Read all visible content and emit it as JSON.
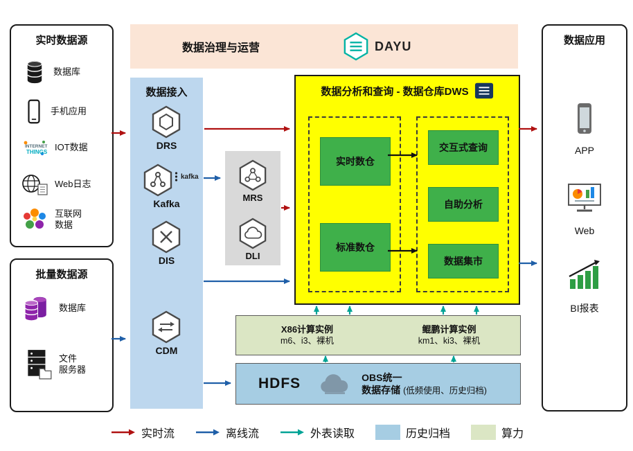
{
  "banner": {
    "title": "数据治理与运营",
    "logo_text": "DAYU"
  },
  "realtime_sources": {
    "title": "实时数据源",
    "items": [
      {
        "label": "数据库",
        "icon": "database-icon"
      },
      {
        "label": "手机应用",
        "icon": "phone-icon"
      },
      {
        "label": "IOT数据",
        "icon": "iot-icon"
      },
      {
        "label": "Web日志",
        "icon": "web-log-icon"
      },
      {
        "label": "互联网\n数据",
        "icon": "internet-data-icon"
      }
    ]
  },
  "batch_sources": {
    "title": "批量数据源",
    "items": [
      {
        "label": "数据库",
        "icon": "purple-database-icon"
      },
      {
        "label": "文件\n服务器",
        "icon": "file-server-icon"
      }
    ]
  },
  "ingestion": {
    "title": "数据接入",
    "items": [
      {
        "label": "DRS",
        "icon": "drs-hexagon-icon"
      },
      {
        "label": "Kafka",
        "icon": "kafka-hexagon-icon",
        "logo_text": "kafka"
      },
      {
        "label": "DIS",
        "icon": "dis-hexagon-icon"
      },
      {
        "label": "CDM",
        "icon": "cdm-hexagon-icon"
      }
    ]
  },
  "middle_services": {
    "items": [
      {
        "label": "MRS",
        "icon": "mrs-hexagon-icon"
      },
      {
        "label": "DLI",
        "icon": "dli-hexagon-icon"
      }
    ]
  },
  "dws": {
    "title": "数据分析和查询 - 数据仓库DWS",
    "left_column": [
      "实时数仓",
      "标准数仓"
    ],
    "right_column": [
      "交互式查询",
      "自助分析",
      "数据集市"
    ]
  },
  "compute_instances": {
    "x86": {
      "title": "X86计算实例",
      "spec": "m6、i3、裸机"
    },
    "kunpeng": {
      "title": "鲲鹏计算实例",
      "spec": "km1、ki3、裸机"
    }
  },
  "storage": {
    "hdfs_label": "HDFS",
    "obs_line1": "OBS统一",
    "obs_line2": "数据存储",
    "obs_note": "(低频使用、历史归档)"
  },
  "applications": {
    "title": "数据应用",
    "items": [
      {
        "label": "APP",
        "icon": "app-phone-icon"
      },
      {
        "label": "Web",
        "icon": "web-monitor-icon"
      },
      {
        "label": "BI报表",
        "icon": "bi-report-icon"
      }
    ]
  },
  "legend": {
    "items": [
      {
        "label": "实时流",
        "type": "arrow",
        "color": "#b01111"
      },
      {
        "label": "离线流",
        "type": "arrow",
        "color": "#1f5fa8"
      },
      {
        "label": "外表读取",
        "type": "arrow",
        "color": "#00a396"
      },
      {
        "label": "历史归档",
        "type": "swatch",
        "color": "#a6cde3"
      },
      {
        "label": "算力",
        "type": "swatch",
        "color": "#dbe6c4"
      }
    ]
  },
  "colors": {
    "banner_bg": "#fbe5d6",
    "ingestion_bg": "#bdd7ee",
    "middle_bg": "#d9d9d9",
    "dws_bg": "#ffff00",
    "green_box": "#3fb04a",
    "compute_bg": "#dbe6c4",
    "storage_bg": "#a6cde3",
    "realtime_flow": "#b01111",
    "offline_flow": "#1f5fa8",
    "external_read": "#00a396"
  }
}
